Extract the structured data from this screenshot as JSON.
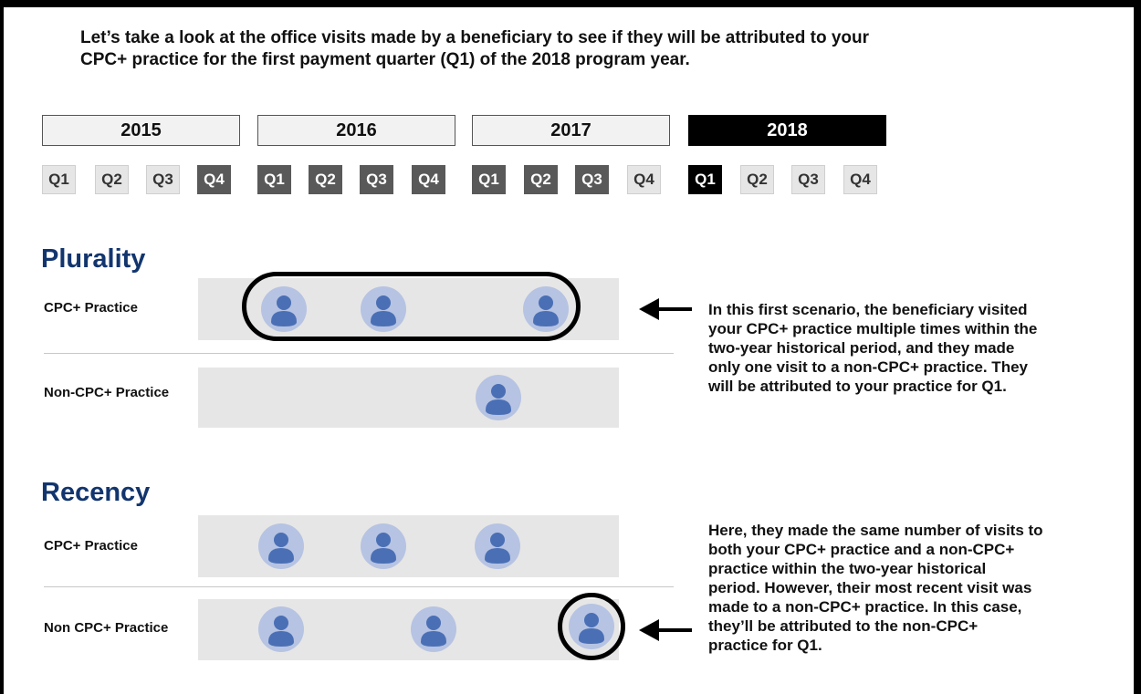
{
  "intro": "Let’s take a look at the office visits made by a beneficiary to see if they will be attributed to your\nCPC+ practice for the first payment quarter (Q1) of the 2018 program year.",
  "timeline": {
    "years": [
      "2015",
      "2016",
      "2017",
      "2018"
    ],
    "quarters": [
      {
        "label": "Q1",
        "state": "light"
      },
      {
        "label": "Q2",
        "state": "light"
      },
      {
        "label": "Q3",
        "state": "light"
      },
      {
        "label": "Q4",
        "state": "dark"
      },
      {
        "label": "Q1",
        "state": "dark"
      },
      {
        "label": "Q2",
        "state": "dark"
      },
      {
        "label": "Q3",
        "state": "dark"
      },
      {
        "label": "Q4",
        "state": "dark"
      },
      {
        "label": "Q1",
        "state": "dark"
      },
      {
        "label": "Q2",
        "state": "dark"
      },
      {
        "label": "Q3",
        "state": "dark"
      },
      {
        "label": "Q4",
        "state": "light"
      },
      {
        "label": "Q1",
        "state": "black"
      },
      {
        "label": "Q2",
        "state": "light"
      },
      {
        "label": "Q3",
        "state": "light"
      },
      {
        "label": "Q4",
        "state": "light"
      }
    ],
    "highlight_year": "2018"
  },
  "plurality": {
    "title": "Plurality",
    "row1_label": "CPC+ Practice",
    "row2_label": "Non-CPC+ Practice",
    "note": "In this first scenario, the beneficiary visited\nyour CPC+ practice multiple times within the\ntwo-year historical period, and they made\nonly one visit to a non-CPC+ practice. They\nwill be attributed to your practice for Q1."
  },
  "recency": {
    "title": "Recency",
    "row1_label": "CPC+ Practice",
    "row2_label": "Non CPC+ Practice",
    "note": "Here, they made the same number of visits to\nboth your CPC+ practice and a non-CPC+\npractice within the two-year historical\nperiod. However, their most recent visit was\nmade to a non-CPC+ practice. In this case,\nthey’ll be attributed to the non-CPC+\npractice for Q1."
  },
  "colors": {
    "title_blue": "#12356e",
    "quarter_dark": "#595959",
    "quarter_light": "#e6e6e6",
    "person_circle": "#b6c3e2",
    "person_figure": "#4a6fb5"
  },
  "icons": [
    "person-icon",
    "left-arrow-icon"
  ]
}
